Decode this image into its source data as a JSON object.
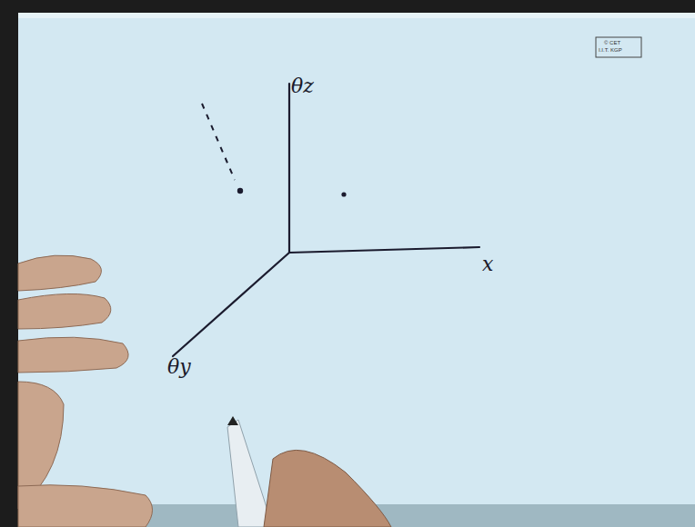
{
  "diagram": {
    "labels": [
      "θz",
      "x",
      "θy",
      "© CET",
      "I.I.T. KGP"
    ]
  }
}
